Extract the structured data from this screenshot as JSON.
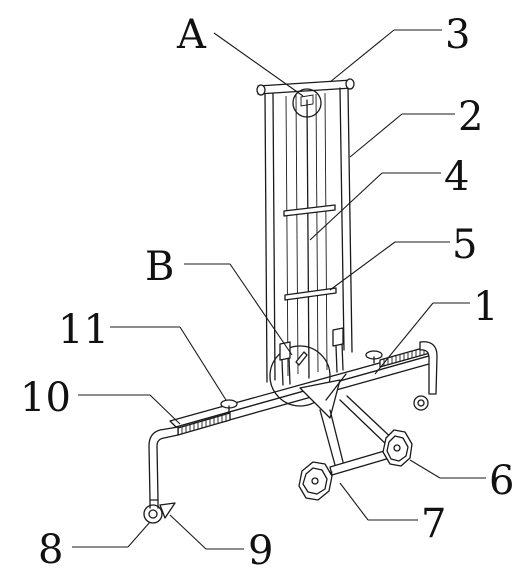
{
  "labels": {
    "A": "A",
    "B": "B",
    "n1": "1",
    "n2": "2",
    "n3": "3",
    "n4": "4",
    "n5": "5",
    "n6": "6",
    "n7": "7",
    "n8": "8",
    "n9": "9",
    "n10": "10",
    "n11": "11"
  }
}
